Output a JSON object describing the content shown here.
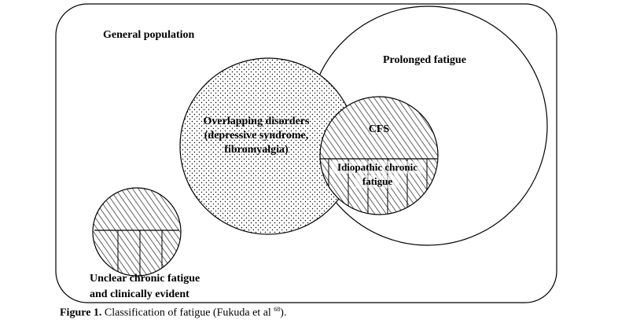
{
  "labels": {
    "general_population": "General population",
    "prolonged_fatigue": "Prolonged fatigue",
    "overlapping": [
      "Overlapping disorders",
      "(depressive syndrome,",
      "fibromyalgia)"
    ],
    "cfs": "CFS",
    "idiopathic": [
      "Idiopathic chronic",
      "fatigue"
    ],
    "unclear": [
      "Unclear chronic fatigue",
      "and clinically evident"
    ]
  },
  "caption": {
    "figure": "Figure 1.",
    "text": "Classification of fatigue (Fukuda et al",
    "ref": "68",
    "end": ")."
  }
}
